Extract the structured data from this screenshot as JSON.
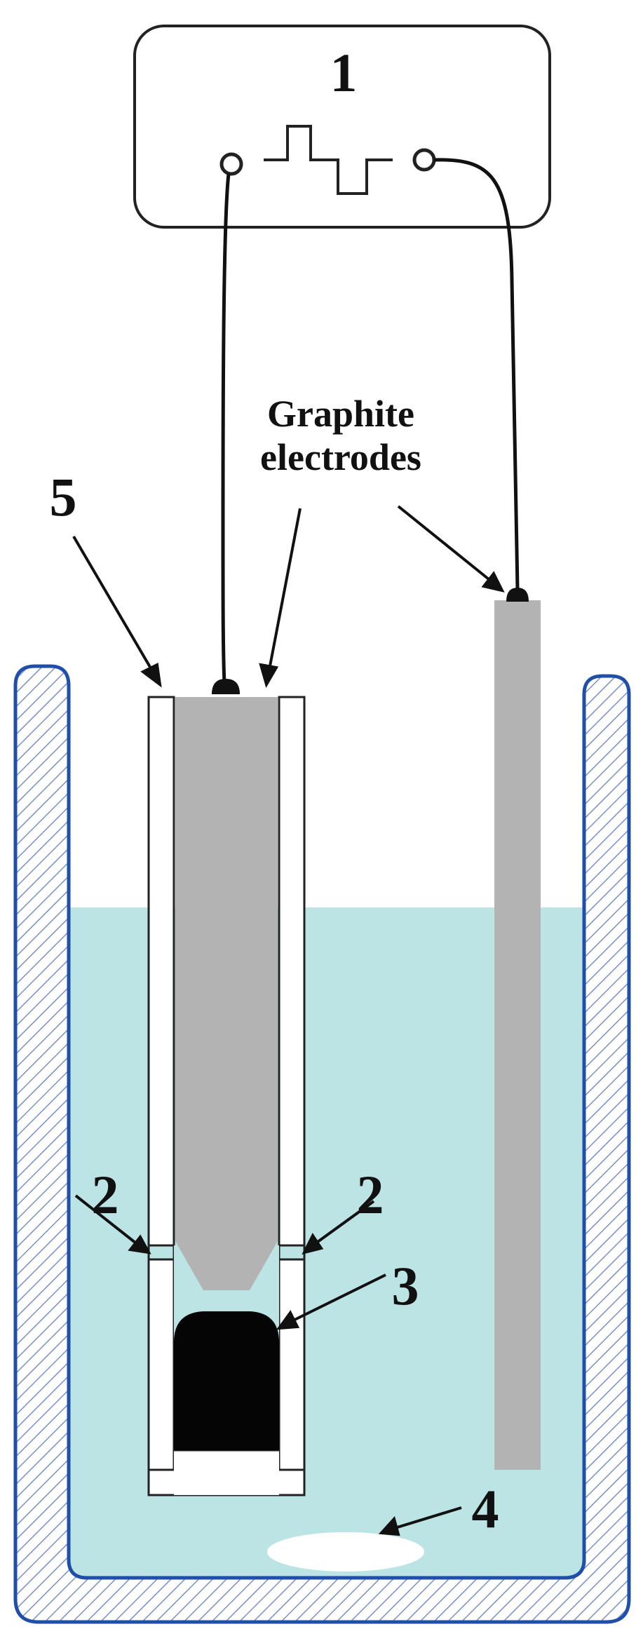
{
  "device_label": "1",
  "electrodes_label_line1": "Graphite",
  "electrodes_label_line2": "electrodes",
  "membrane_label_left": "2",
  "membrane_label_right": "2",
  "sample_label": "3",
  "precipitate_label": "4",
  "vessel_label": "5",
  "colors": {
    "electrolyte": "#bde4e4",
    "graphite": "#b3b3b3",
    "vessel_outline": "#1f4fa8",
    "vessel_hatch": "#6f86c6",
    "sample": "#050505",
    "wire": "#111111"
  }
}
